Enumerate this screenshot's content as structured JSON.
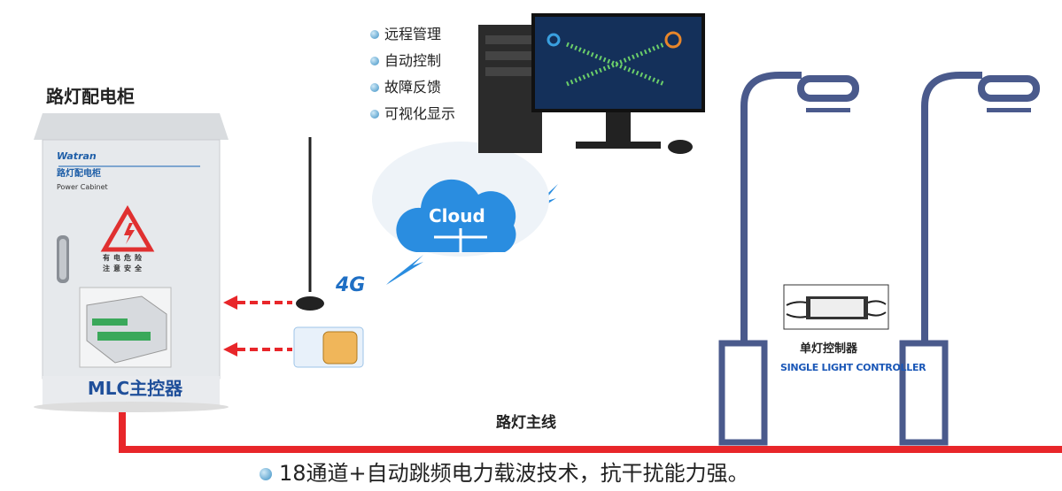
{
  "cabinet": {
    "title": "路灯配电柜",
    "brand": "Watran",
    "name_cn": "路灯配电柜",
    "name_en": "Power Cabinet",
    "warning": "有电危险 注意安全",
    "controller_label": "MLC主控器"
  },
  "features": [
    {
      "label": "远程管理"
    },
    {
      "label": "自动控制"
    },
    {
      "label": "故障反馈"
    },
    {
      "label": "可视化显示"
    }
  ],
  "cloud": {
    "label": "Cloud"
  },
  "network": {
    "label": "4G"
  },
  "controller": {
    "name_cn": "单灯控制器",
    "name_en": "SINGLE LIGHT CONTROLLER"
  },
  "main_line": {
    "label": "路灯主线"
  },
  "footer": {
    "text": "18通道+自动跳频电力载波技术，抗干扰能力强。"
  },
  "colors": {
    "line": "#e8262a",
    "pole": "#4a5a8c",
    "accent": "#1f6fc4"
  }
}
